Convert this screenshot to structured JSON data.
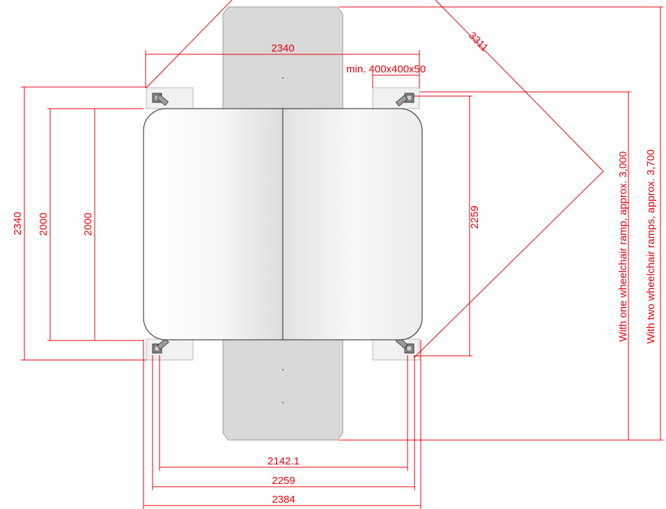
{
  "dimensions": {
    "top_width": "2340",
    "pad_size": "min. 400x400x50",
    "diagonal": "3311",
    "left_outer_height": "2340",
    "left_height_a": "2000",
    "left_height_b": "2000",
    "right_height": "2259",
    "bottom_a": "2142.1",
    "bottom_b": "2259",
    "bottom_c": "2384"
  },
  "notes": {
    "one_ramp": "With one wheelchair ramp, approx. 3,000",
    "two_ramps": "With two wheelchair ramps, approx. 3,700"
  },
  "colors": {
    "dimension": "#e8000b",
    "ramp": "#d9d9d9",
    "platform_edge": "#222222"
  }
}
